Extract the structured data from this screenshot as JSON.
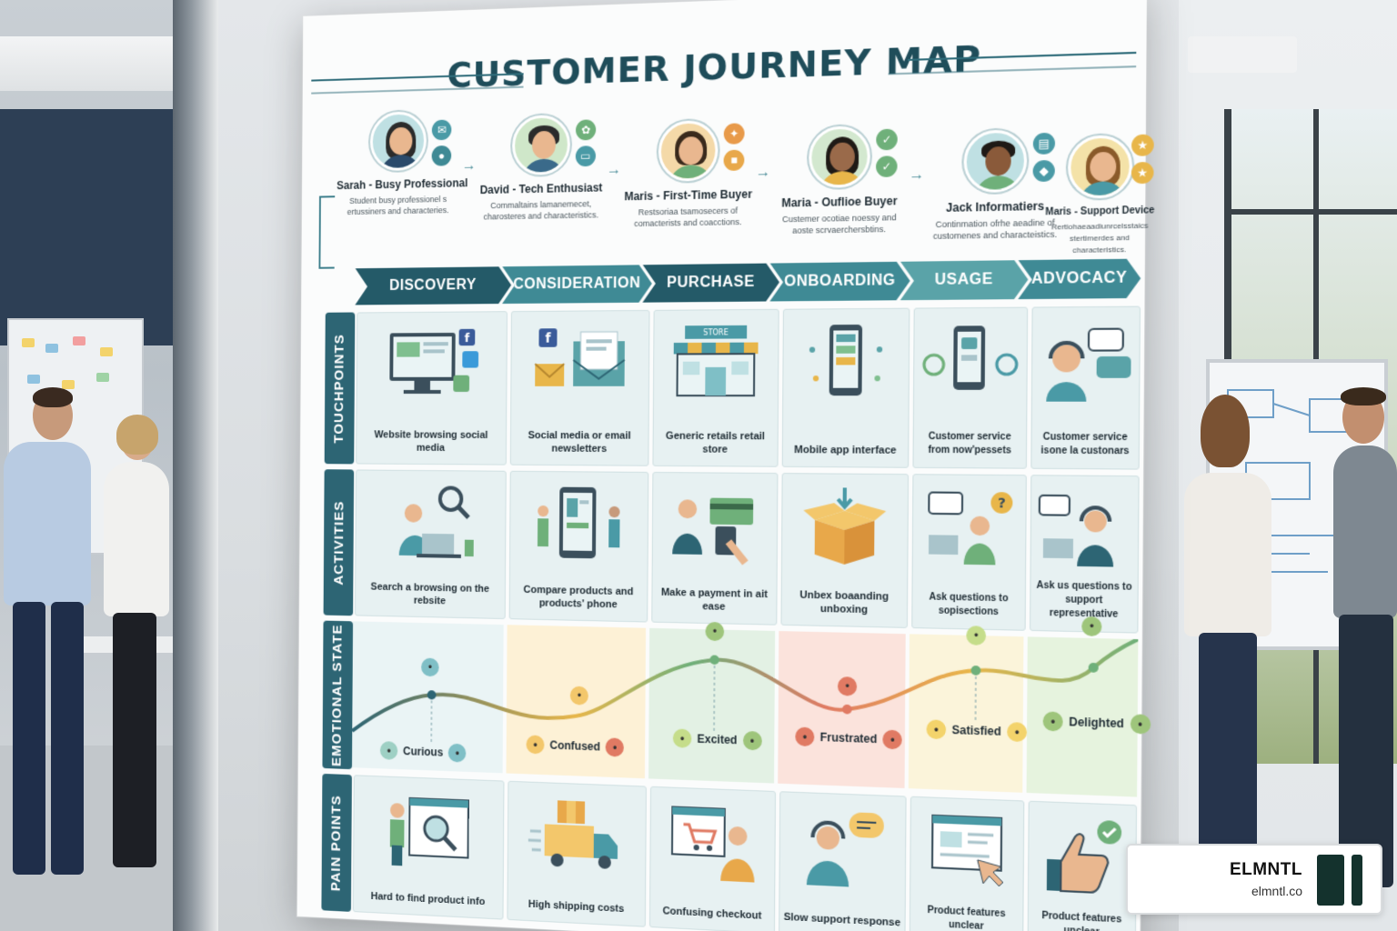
{
  "poster": {
    "title": "CUSTOMER JOURNEY MAP",
    "personas": [
      {
        "name": "Sarah - Busy Professional",
        "desc": "Student busy professionel s ertussiners and characteries."
      },
      {
        "name": "David - Tech Enthusiast",
        "desc": "Commaltains lamanemecet, charosteres and characteristics."
      },
      {
        "name": "Maris - First-Time Buyer",
        "desc": "Restsoriaa tsamosecers of comacterists and coacctions."
      },
      {
        "name": "Maria - Ouflioe Buyer",
        "desc": "Custemer ocotiae noessy and aoste scrvaerchersbtins."
      },
      {
        "name": "Jack Informatiers",
        "desc": "Continmation ofrhe aeadine of customenes and characteistics."
      },
      {
        "name": "Maris - Support Device",
        "desc": "Rertiohaeaadiunrcelsstaics stertimerdes and characteristics."
      }
    ],
    "stages": [
      "DISCOVERY",
      "CONSIDERATION",
      "PURCHASE",
      "ONBOARDING",
      "USAGE",
      "ADVOCACY"
    ],
    "row_labels": [
      "TOUCHPOINTS",
      "ACTIVITIES",
      "EMOTIONAL STATE",
      "PAIN POINTS"
    ],
    "touchpoints": [
      "Website browsing social media",
      "Social media or email newsletters",
      "Generic retails retail store",
      "Mobile app interface",
      "Customer service from now'pessets",
      "Customer service isone la custonars"
    ],
    "store_sign": "STORE",
    "activities": [
      "Search a browsing on the rebsite",
      "Compare products and products' phone",
      "Make a payment in ait ease",
      "Unbex boaanding unboxing",
      "Ask questions to sopisections",
      "Ask us questions to support representative"
    ],
    "emotions": [
      "Curious",
      "Confused",
      "Excited",
      "Frustrated",
      "Satisfied",
      "Delighted"
    ],
    "pain_points": [
      "Hard to find product info",
      "High shipping costs",
      "Confusing checkout",
      "Slow support response",
      "Product features unclear",
      "Product features unclear"
    ],
    "colors": {
      "primary": "#2d6574",
      "stage_dark": "#245a68",
      "stage_teal": "#3f8a95",
      "stage_light": "#5aa3a8",
      "neutral": "#e8bd63",
      "positive": "#9ec57b",
      "negative": "#e07a63"
    }
  },
  "logo": {
    "name": "ELMNTL",
    "url": "elmntl.co"
  }
}
